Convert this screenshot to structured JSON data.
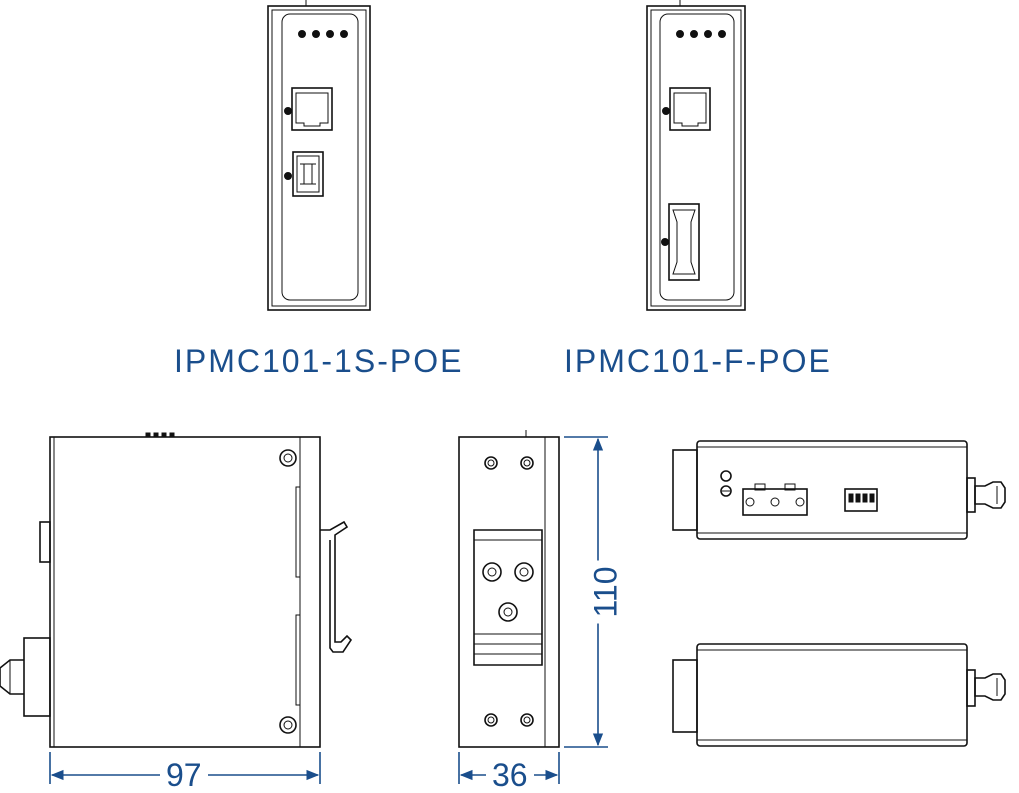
{
  "models": {
    "left": "IPMC101-1S-POE",
    "right": "IPMC101-F-POE"
  },
  "dimensions": {
    "depth": "97",
    "width": "36",
    "height": "110"
  },
  "colors": {
    "label_blue": "#1a4e8c",
    "line": "#111111"
  }
}
